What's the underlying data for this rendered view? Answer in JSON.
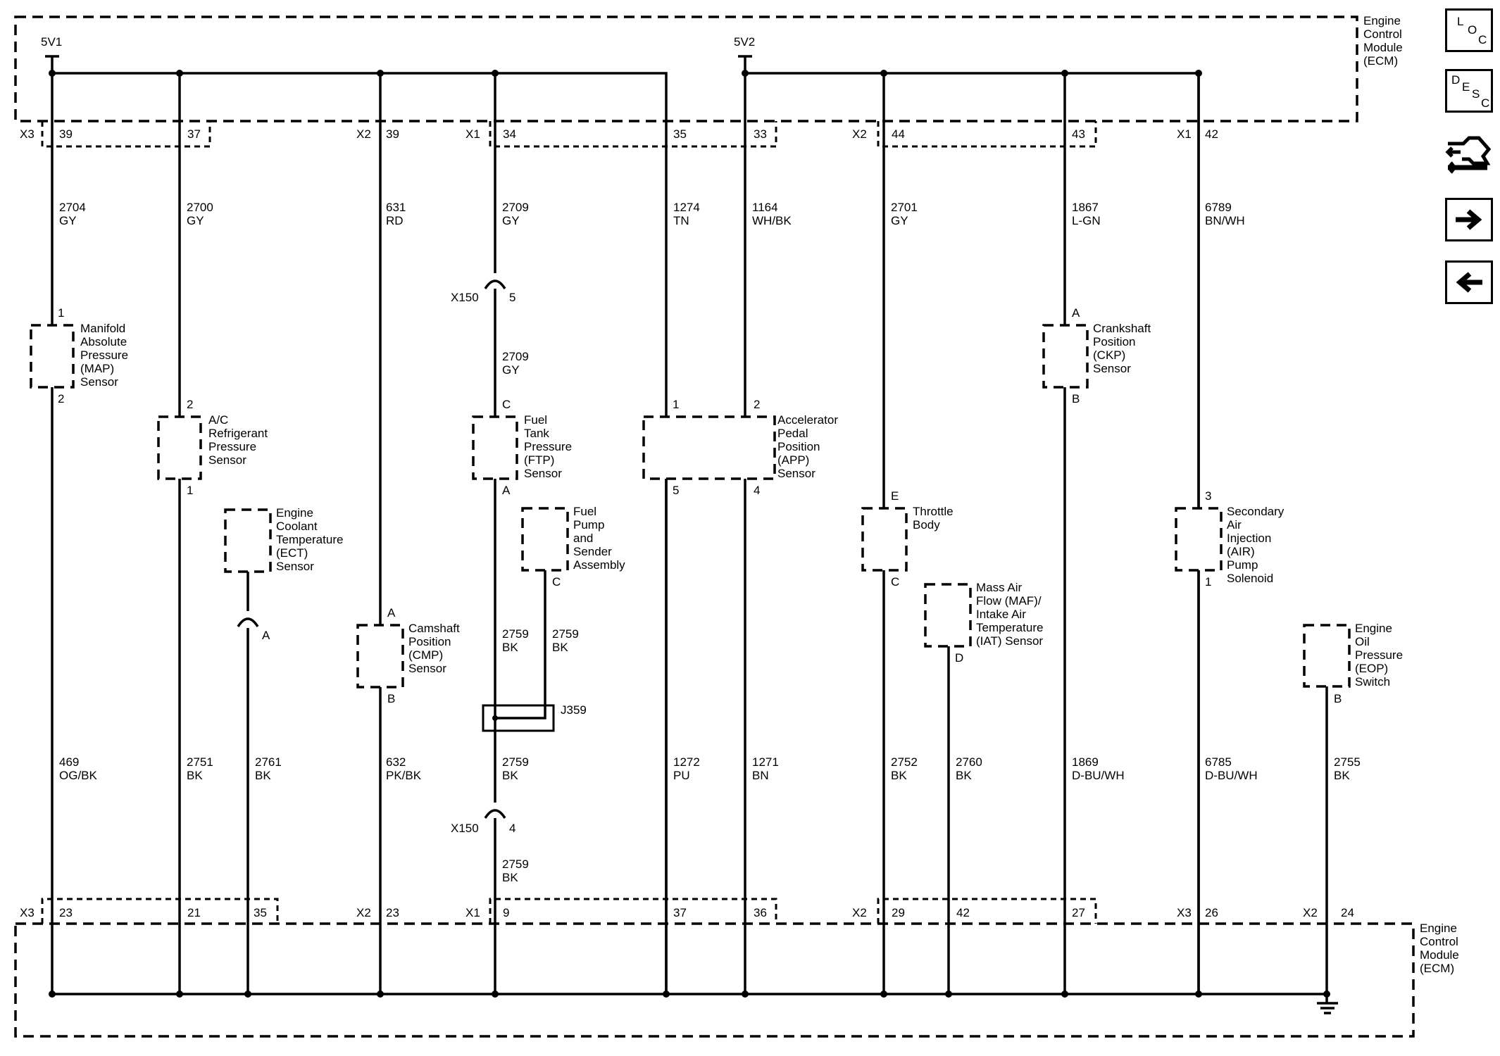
{
  "ecm": {
    "top_label": [
      "Engine",
      "Control",
      "Module",
      "(ECM)"
    ],
    "bottom_label": [
      "Engine",
      "Control",
      "Module",
      "(ECM)"
    ]
  },
  "supply": {
    "left": "5V1",
    "right": "5V2"
  },
  "top_connectors": [
    {
      "name": "X3",
      "pins": [
        "39",
        "37"
      ]
    },
    {
      "name": "X2",
      "pins": [
        "39"
      ]
    },
    {
      "name": "X1",
      "pins": [
        "34",
        "35",
        "33"
      ]
    },
    {
      "name": "X2",
      "pins": [
        "44",
        "43"
      ]
    },
    {
      "name": "X1",
      "pins": [
        "42"
      ]
    }
  ],
  "bottom_connectors": [
    {
      "name": "X3",
      "pins": [
        "23",
        "21",
        "35"
      ]
    },
    {
      "name": "X2",
      "pins": [
        "23"
      ]
    },
    {
      "name": "X1",
      "pins": [
        "9",
        "37",
        "36"
      ]
    },
    {
      "name": "X2",
      "pins": [
        "29",
        "42",
        "27"
      ]
    },
    {
      "name": "X3",
      "pins": [
        "26"
      ]
    },
    {
      "name": "X2",
      "pins": [
        "24"
      ]
    }
  ],
  "top_wires": [
    {
      "circuit": "2704",
      "color": "GY"
    },
    {
      "circuit": "2700",
      "color": "GY"
    },
    {
      "circuit": "631",
      "color": "RD"
    },
    {
      "circuit": "2709",
      "color": "GY"
    },
    {
      "circuit": "1274",
      "color": "TN"
    },
    {
      "circuit": "1164",
      "color": "WH/BK"
    },
    {
      "circuit": "2701",
      "color": "GY"
    },
    {
      "circuit": "1867",
      "color": "L-GN"
    },
    {
      "circuit": "6789",
      "color": "BN/WH"
    }
  ],
  "mid_wires": [
    {
      "circuit": "2709",
      "color": "GY"
    },
    {
      "circuit": "2759",
      "color": "BK"
    },
    {
      "circuit": "2759",
      "color": "BK"
    },
    {
      "circuit": "2759",
      "color": "BK"
    }
  ],
  "bottom_wires": [
    {
      "circuit": "469",
      "color": "OG/BK"
    },
    {
      "circuit": "2751",
      "color": "BK"
    },
    {
      "circuit": "2761",
      "color": "BK"
    },
    {
      "circuit": "632",
      "color": "PK/BK"
    },
    {
      "circuit": "2759",
      "color": "BK"
    },
    {
      "circuit": "1272",
      "color": "PU"
    },
    {
      "circuit": "1271",
      "color": "BN"
    },
    {
      "circuit": "2752",
      "color": "BK"
    },
    {
      "circuit": "2760",
      "color": "BK"
    },
    {
      "circuit": "1869",
      "color": "D-BU/WH"
    },
    {
      "circuit": "6785",
      "color": "D-BU/WH"
    },
    {
      "circuit": "2755",
      "color": "BK"
    }
  ],
  "components": [
    {
      "name": [
        "Manifold",
        "Absolute",
        "Pressure",
        "(MAP)",
        "Sensor"
      ],
      "pins": [
        "1",
        "2"
      ]
    },
    {
      "name": [
        "A/C",
        "Refrigerant",
        "Pressure",
        "Sensor"
      ],
      "pins": [
        "2",
        "1"
      ]
    },
    {
      "name": [
        "Engine",
        "Coolant",
        "Temperature",
        "(ECT)",
        "Sensor"
      ],
      "pins": [
        "A"
      ]
    },
    {
      "name": [
        "Camshaft",
        "Position",
        "(CMP)",
        "Sensor"
      ],
      "pins": [
        "A",
        "B"
      ]
    },
    {
      "name": [
        "Fuel",
        "Tank",
        "Pressure",
        "(FTP)",
        "Sensor"
      ],
      "pins": [
        "C",
        "A"
      ]
    },
    {
      "name": [
        "Fuel",
        "Pump",
        "and",
        "Sender",
        "Assembly"
      ],
      "pins": [
        "C"
      ]
    },
    {
      "name": [
        "Accelerator",
        "Pedal",
        "Position",
        "(APP)",
        "Sensor"
      ],
      "pins": [
        "1",
        "2",
        "5",
        "4"
      ]
    },
    {
      "name": [
        "Throttle",
        "Body"
      ],
      "pins": [
        "E",
        "C"
      ]
    },
    {
      "name": [
        "Mass Air",
        "Flow (MAF)/",
        "Intake Air",
        "Temperature",
        "(IAT) Sensor"
      ],
      "pins": [
        "D"
      ]
    },
    {
      "name": [
        "Crankshaft",
        "Position",
        "(CKP)",
        "Sensor"
      ],
      "pins": [
        "A",
        "B"
      ]
    },
    {
      "name": [
        "Secondary",
        "Air",
        "Injection",
        "(AIR)",
        "Pump",
        "Solenoid"
      ],
      "pins": [
        "3",
        "1"
      ]
    },
    {
      "name": [
        "Engine",
        "Oil",
        "Pressure",
        "(EOP)",
        "Switch"
      ],
      "pins": [
        "B"
      ]
    }
  ],
  "inline_connectors": [
    {
      "name": "X150",
      "pin": "5"
    },
    {
      "name": "X150",
      "pin": "4"
    }
  ],
  "splice": {
    "name": "J359"
  },
  "nav": {
    "loc": [
      "L",
      "O",
      "C"
    ],
    "desc": [
      "D",
      "E",
      "S",
      "C"
    ]
  }
}
